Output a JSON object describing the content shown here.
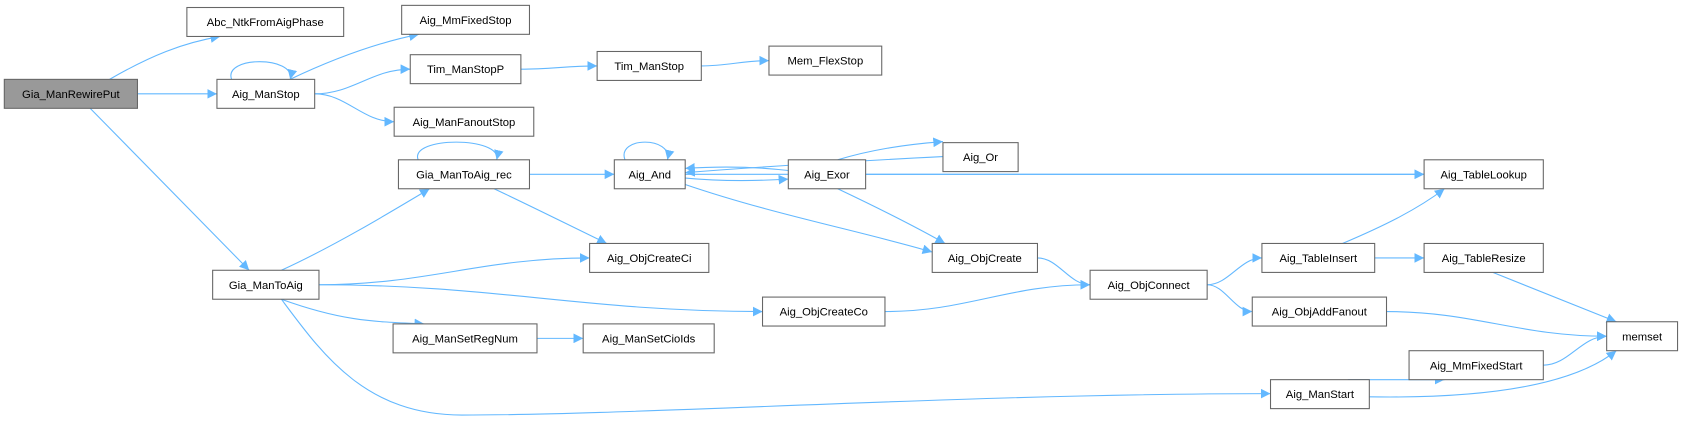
{
  "root": "Gia_ManRewirePut",
  "colors": {
    "edge": "#63b8ff",
    "node_border": "#666666",
    "root_fill": "#999999",
    "node_fill": "#ffffff"
  },
  "nodes": [
    {
      "id": "Gia_ManRewirePut",
      "label": "Gia_ManRewirePut"
    },
    {
      "id": "Abc_NtkFromAigPhase",
      "label": "Abc_NtkFromAigPhase"
    },
    {
      "id": "Aig_MmFixedStop",
      "label": "Aig_MmFixedStop"
    },
    {
      "id": "Aig_ManStop",
      "label": "Aig_ManStop"
    },
    {
      "id": "Tim_ManStopP",
      "label": "Tim_ManStopP"
    },
    {
      "id": "Tim_ManStop",
      "label": "Tim_ManStop"
    },
    {
      "id": "Mem_FlexStop",
      "label": "Mem_FlexStop"
    },
    {
      "id": "Aig_ManFanoutStop",
      "label": "Aig_ManFanoutStop"
    },
    {
      "id": "Aig_Or",
      "label": "Aig_Or"
    },
    {
      "id": "Gia_ManToAig_rec",
      "label": "Gia_ManToAig_rec"
    },
    {
      "id": "Aig_And",
      "label": "Aig_And"
    },
    {
      "id": "Aig_Exor",
      "label": "Aig_Exor"
    },
    {
      "id": "Aig_TableLookup",
      "label": "Aig_TableLookup"
    },
    {
      "id": "Aig_ObjCreateCi",
      "label": "Aig_ObjCreateCi"
    },
    {
      "id": "Aig_ObjCreate",
      "label": "Aig_ObjCreate"
    },
    {
      "id": "Gia_ManToAig",
      "label": "Gia_ManToAig"
    },
    {
      "id": "Aig_ObjConnect",
      "label": "Aig_ObjConnect"
    },
    {
      "id": "Aig_TableInsert",
      "label": "Aig_TableInsert"
    },
    {
      "id": "Aig_TableResize",
      "label": "Aig_TableResize"
    },
    {
      "id": "Aig_ObjCreateCo",
      "label": "Aig_ObjCreateCo"
    },
    {
      "id": "Aig_ObjAddFanout",
      "label": "Aig_ObjAddFanout"
    },
    {
      "id": "memset",
      "label": "memset"
    },
    {
      "id": "Aig_ManSetRegNum",
      "label": "Aig_ManSetRegNum"
    },
    {
      "id": "Aig_ManSetCioIds",
      "label": "Aig_ManSetCioIds"
    },
    {
      "id": "Aig_MmFixedStart",
      "label": "Aig_MmFixedStart"
    },
    {
      "id": "Aig_ManStart",
      "label": "Aig_ManStart"
    }
  ],
  "edges": [
    [
      "Gia_ManRewirePut",
      "Abc_NtkFromAigPhase"
    ],
    [
      "Gia_ManRewirePut",
      "Aig_ManStop"
    ],
    [
      "Gia_ManRewirePut",
      "Gia_ManToAig"
    ],
    [
      "Aig_ManStop",
      "Aig_ManStop"
    ],
    [
      "Aig_ManStop",
      "Aig_MmFixedStop"
    ],
    [
      "Aig_ManStop",
      "Tim_ManStopP"
    ],
    [
      "Aig_ManStop",
      "Aig_ManFanoutStop"
    ],
    [
      "Tim_ManStopP",
      "Tim_ManStop"
    ],
    [
      "Tim_ManStop",
      "Mem_FlexStop"
    ],
    [
      "Gia_ManToAig",
      "Gia_ManToAig_rec"
    ],
    [
      "Gia_ManToAig",
      "Aig_ObjCreateCi"
    ],
    [
      "Gia_ManToAig",
      "Aig_ObjCreateCo"
    ],
    [
      "Gia_ManToAig",
      "Aig_ManSetRegNum"
    ],
    [
      "Gia_ManToAig",
      "Aig_ManStart"
    ],
    [
      "Gia_ManToAig_rec",
      "Gia_ManToAig_rec"
    ],
    [
      "Gia_ManToAig_rec",
      "Aig_And"
    ],
    [
      "Gia_ManToAig_rec",
      "Aig_ObjCreateCi"
    ],
    [
      "Aig_And",
      "Aig_And"
    ],
    [
      "Aig_And",
      "Aig_Exor"
    ],
    [
      "Aig_And",
      "Aig_ObjCreate"
    ],
    [
      "Aig_And",
      "Aig_TableLookup"
    ],
    [
      "Aig_Or",
      "Aig_And"
    ],
    [
      "Aig_Exor",
      "Aig_And"
    ],
    [
      "Aig_Exor",
      "Aig_Or"
    ],
    [
      "Aig_Exor",
      "Aig_TableLookup"
    ],
    [
      "Aig_Exor",
      "Aig_ObjCreate"
    ],
    [
      "Aig_ObjCreate",
      "Aig_ObjConnect"
    ],
    [
      "Aig_ObjCreateCo",
      "Aig_ObjConnect"
    ],
    [
      "Aig_ObjConnect",
      "Aig_TableInsert"
    ],
    [
      "Aig_ObjConnect",
      "Aig_ObjAddFanout"
    ],
    [
      "Aig_TableInsert",
      "Aig_TableLookup"
    ],
    [
      "Aig_TableInsert",
      "Aig_TableResize"
    ],
    [
      "Aig_TableResize",
      "memset"
    ],
    [
      "Aig_ObjAddFanout",
      "memset"
    ],
    [
      "Aig_ManSetRegNum",
      "Aig_ManSetCioIds"
    ],
    [
      "Aig_ManStart",
      "Aig_MmFixedStart"
    ],
    [
      "Aig_ManStart",
      "memset"
    ],
    [
      "Aig_MmFixedStart",
      "memset"
    ]
  ]
}
